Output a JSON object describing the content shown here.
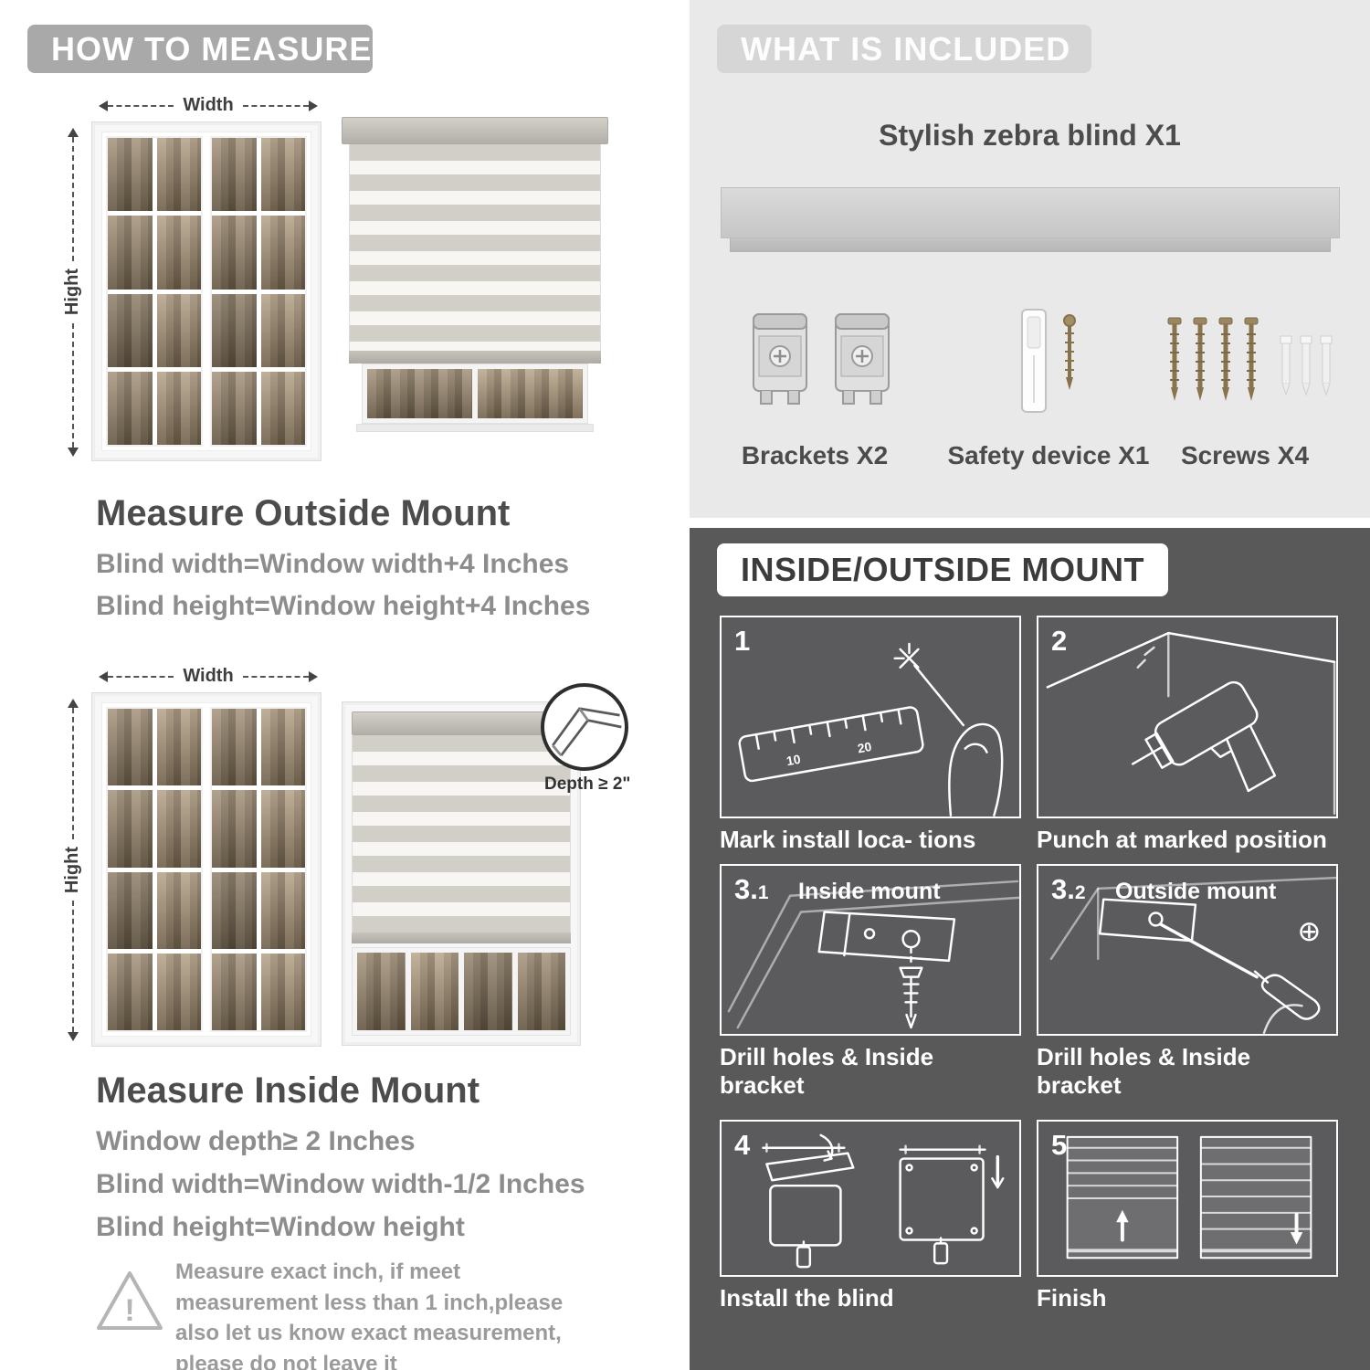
{
  "colors": {
    "dark_section": "#59595a",
    "light_section": "#e9e9e9",
    "header_badge": "#a9a9a9",
    "heading_text": "#4c4c4c",
    "muted_text": "#8d8d8d"
  },
  "left": {
    "header": "HOW TO MEASURE",
    "measure": {
      "width_label": "Width",
      "height_label": "Hight"
    },
    "outside": {
      "heading": "Measure Outside Mount",
      "lines": [
        "Blind width=Window width+4 Inches",
        "Blind height=Window height+4 Inches"
      ]
    },
    "inside": {
      "heading": "Measure Inside Mount",
      "depth_label": "Depth ≥ 2\"",
      "lines": [
        "Window depth≥ 2 Inches",
        "Blind width=Window width-1/2 Inches",
        "Blind height=Window height"
      ]
    },
    "warning": {
      "mark": "!",
      "note": "Measure exact inch, if meet measurement less than 1 inch,please also let us know exact measurement, please do not leave it"
    }
  },
  "included": {
    "header": "WHAT IS INCLUDED",
    "blind_label": "Stylish zebra blind X1",
    "items": [
      {
        "label": "Brackets X2",
        "icon": "brackets-icon"
      },
      {
        "label": "Safety device X1",
        "icon": "safety-device-icon"
      },
      {
        "label": "Screws X4",
        "icon": "screws-icon"
      }
    ]
  },
  "mount": {
    "header": "INSIDE/OUTSIDE MOUNT",
    "ruler_ticks": [
      "10",
      "20"
    ],
    "steps": [
      {
        "num": "1",
        "sub": "",
        "title": "",
        "caption": "Mark install loca- tions"
      },
      {
        "num": "2",
        "sub": "",
        "title": "",
        "caption": "Punch at  marked position"
      },
      {
        "num": "3.",
        "sub": "1",
        "title": "Inside mount",
        "caption": "Drill holes &  Inside bracket"
      },
      {
        "num": "3.",
        "sub": "2",
        "title": "Outside mount",
        "caption": "Drill holes &  Inside bracket"
      },
      {
        "num": "4",
        "sub": "",
        "title": "",
        "caption": "Install the blind"
      },
      {
        "num": "5",
        "sub": "",
        "title": "",
        "caption": "Finish"
      }
    ]
  }
}
